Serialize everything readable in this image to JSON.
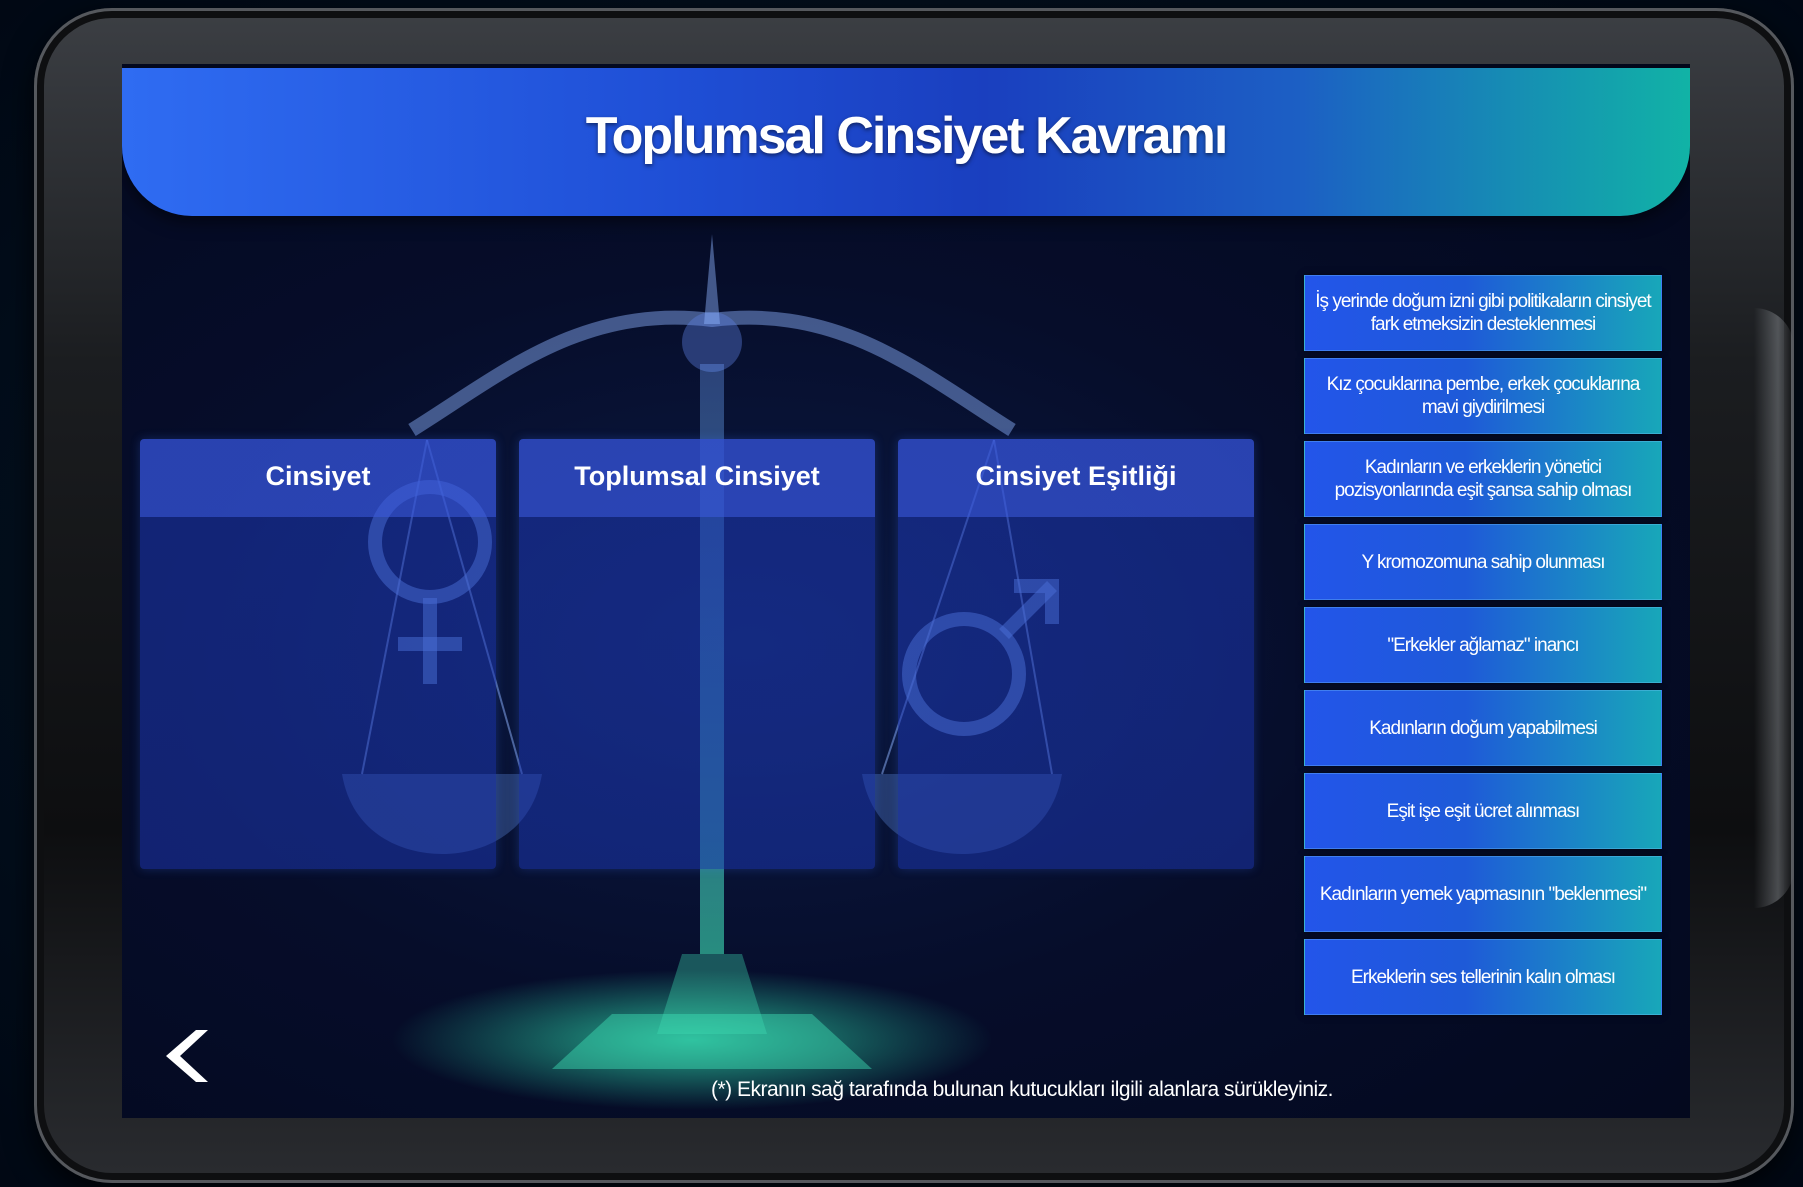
{
  "title": "Toplumsal Cinsiyet Kavramı",
  "drop_zones": [
    {
      "label": "Cinsiyet"
    },
    {
      "label": "Toplumsal Cinsiyet"
    },
    {
      "label": "Cinsiyet Eşitliği"
    }
  ],
  "cards": [
    {
      "label": "İş yerinde doğum izni gibi politikaların cinsiyet fark etmeksizin desteklenmesi"
    },
    {
      "label": "Kız çocuklarına pembe, erkek çocuklarına mavi giydirilmesi"
    },
    {
      "label": "Kadınların ve erkeklerin yönetici pozisyonlarında eşit şansa sahip olması"
    },
    {
      "label": "Y kromozomuna sahip olunması"
    },
    {
      "label": "\"Erkekler ağlamaz\" inancı"
    },
    {
      "label": "Kadınların doğum yapabilmesi"
    },
    {
      "label": "Eşit işe eşit ücret alınması"
    },
    {
      "label": "Kadınların yemek yapmasının \"beklenmesi\""
    },
    {
      "label": "Erkeklerin ses tellerinin kalın olması"
    }
  ],
  "instruction": "(*) Ekranın sağ tarafında bulunan kutucukları ilgili alanlara sürükleyiniz.",
  "back_icon": "chevron-left-icon",
  "colors": {
    "accent": "#2f6cf2",
    "teal": "#11b3a6"
  }
}
